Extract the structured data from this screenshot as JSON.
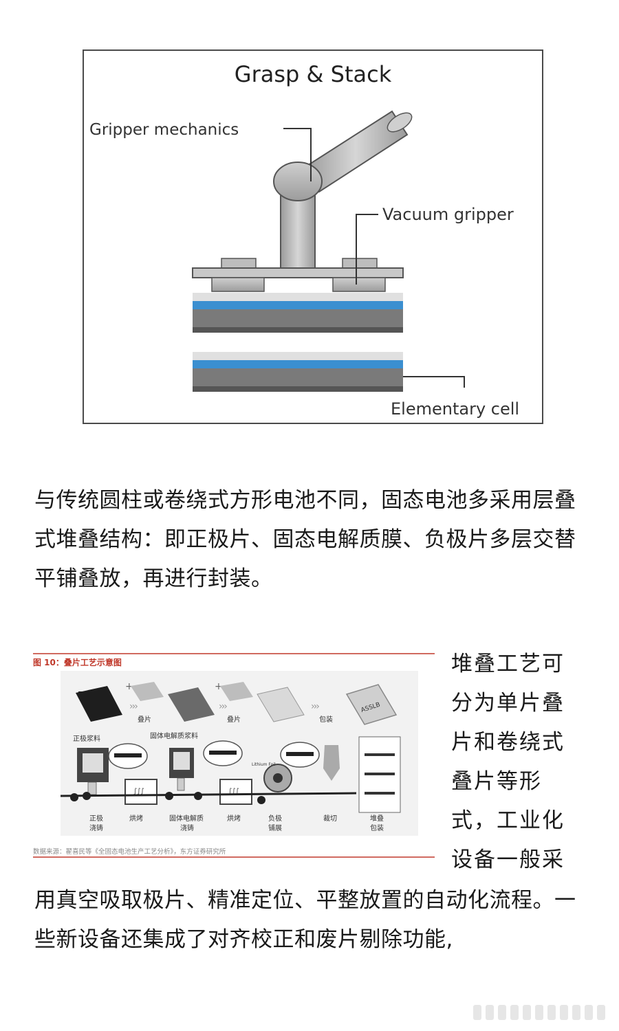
{
  "figure1": {
    "title": "Grasp & Stack",
    "labels": {
      "gripper": "Gripper mechanics",
      "vacuum": "Vacuum gripper",
      "cell": "Elementary cell"
    }
  },
  "paragraph1": "与传统圆柱或卷绕式方形电池不同，固态电池多采用层叠式堆叠结构：即正极片、固态电解质膜、负极片多层交替平铺叠放，再进行封装。",
  "figure2": {
    "caption": "图 10：叠片工艺示意图",
    "source": "数据来源：翟喜民等《全固态电池生产工艺分析》，东方证券研究所",
    "top_labels": [
      "叠片",
      "叠片",
      "包装"
    ],
    "package_label": "ASSLB",
    "mid_labels": {
      "cathode_slurry": "正极浆料",
      "electrolyte_slurry": "固体电解质浆料",
      "lithium_foil": "Lithium Foil"
    },
    "steps": [
      {
        "line1": "正极",
        "line2": "浇铸"
      },
      {
        "line1": "烘烤",
        "line2": ""
      },
      {
        "line1": "固体电解质",
        "line2": "浇铸"
      },
      {
        "line1": "烘烤",
        "line2": ""
      },
      {
        "line1": "负极",
        "line2": "铺展"
      },
      {
        "line1": "裁切",
        "line2": ""
      },
      {
        "line1": "堆叠",
        "line2": "包装"
      }
    ]
  },
  "side_text": "堆叠工艺可分为单片叠片和卷绕式叠片等形式，工业化设备一般采",
  "paragraph2": "用真空吸取极片、精准定位、平整放置的自动化流程。一些新设备还集成了对齐校正和废片剔除功能,"
}
